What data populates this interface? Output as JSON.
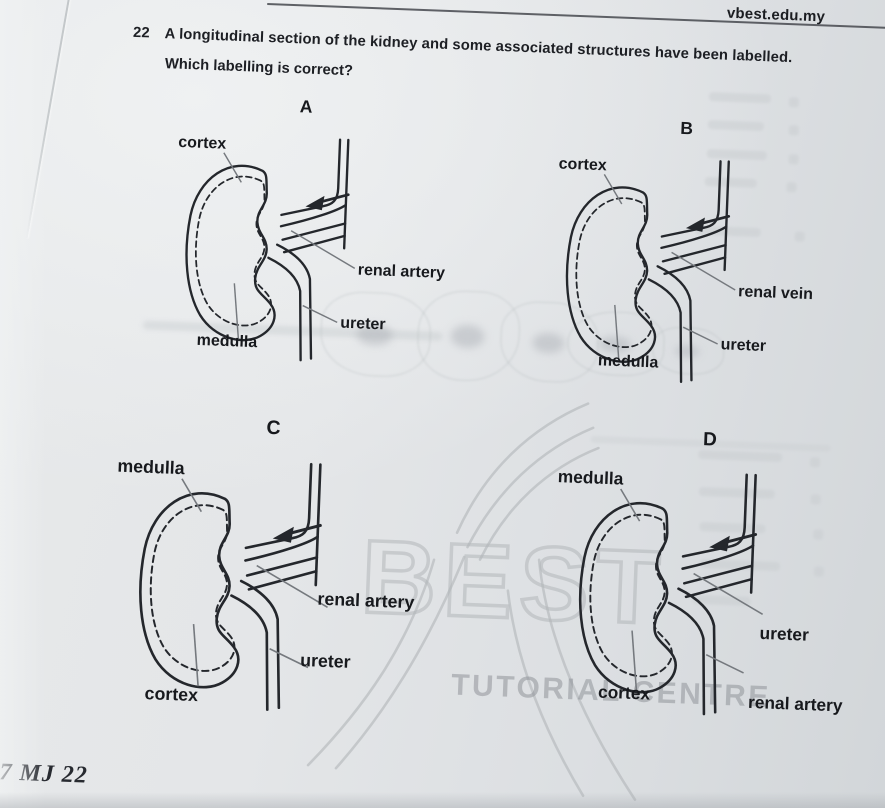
{
  "page": {
    "site": "vbest.edu.my",
    "footer_ref": "7 MJ 22"
  },
  "question": {
    "number": "22",
    "line1": "A longitudinal section of the kidney and some associated structures have been labelled.",
    "line2": "Which labelling is correct?"
  },
  "diagrams": [
    {
      "letter": "A",
      "top_left": "cortex",
      "mid_right": "renal artery",
      "low_right": "ureter",
      "bottom_left": "medulla"
    },
    {
      "letter": "B",
      "top_left": "cortex",
      "mid_right": "renal vein",
      "low_right": "ureter",
      "bottom_left": "medulla"
    },
    {
      "letter": "C",
      "top_left": "medulla",
      "mid_right": "renal artery",
      "low_right": "ureter",
      "bottom_left": "cortex"
    },
    {
      "letter": "D",
      "top_left": "medulla",
      "mid_right": "ureter",
      "low_right": "renal artery",
      "bottom_left": "cortex"
    }
  ],
  "watermark": {
    "word": "BEST",
    "subtitle": "TUTORIAL CENTRE"
  },
  "colors": {
    "ink": "#1d1f24",
    "paper": "#e2e4e6",
    "watermark_grey": "#b3b7ba"
  }
}
